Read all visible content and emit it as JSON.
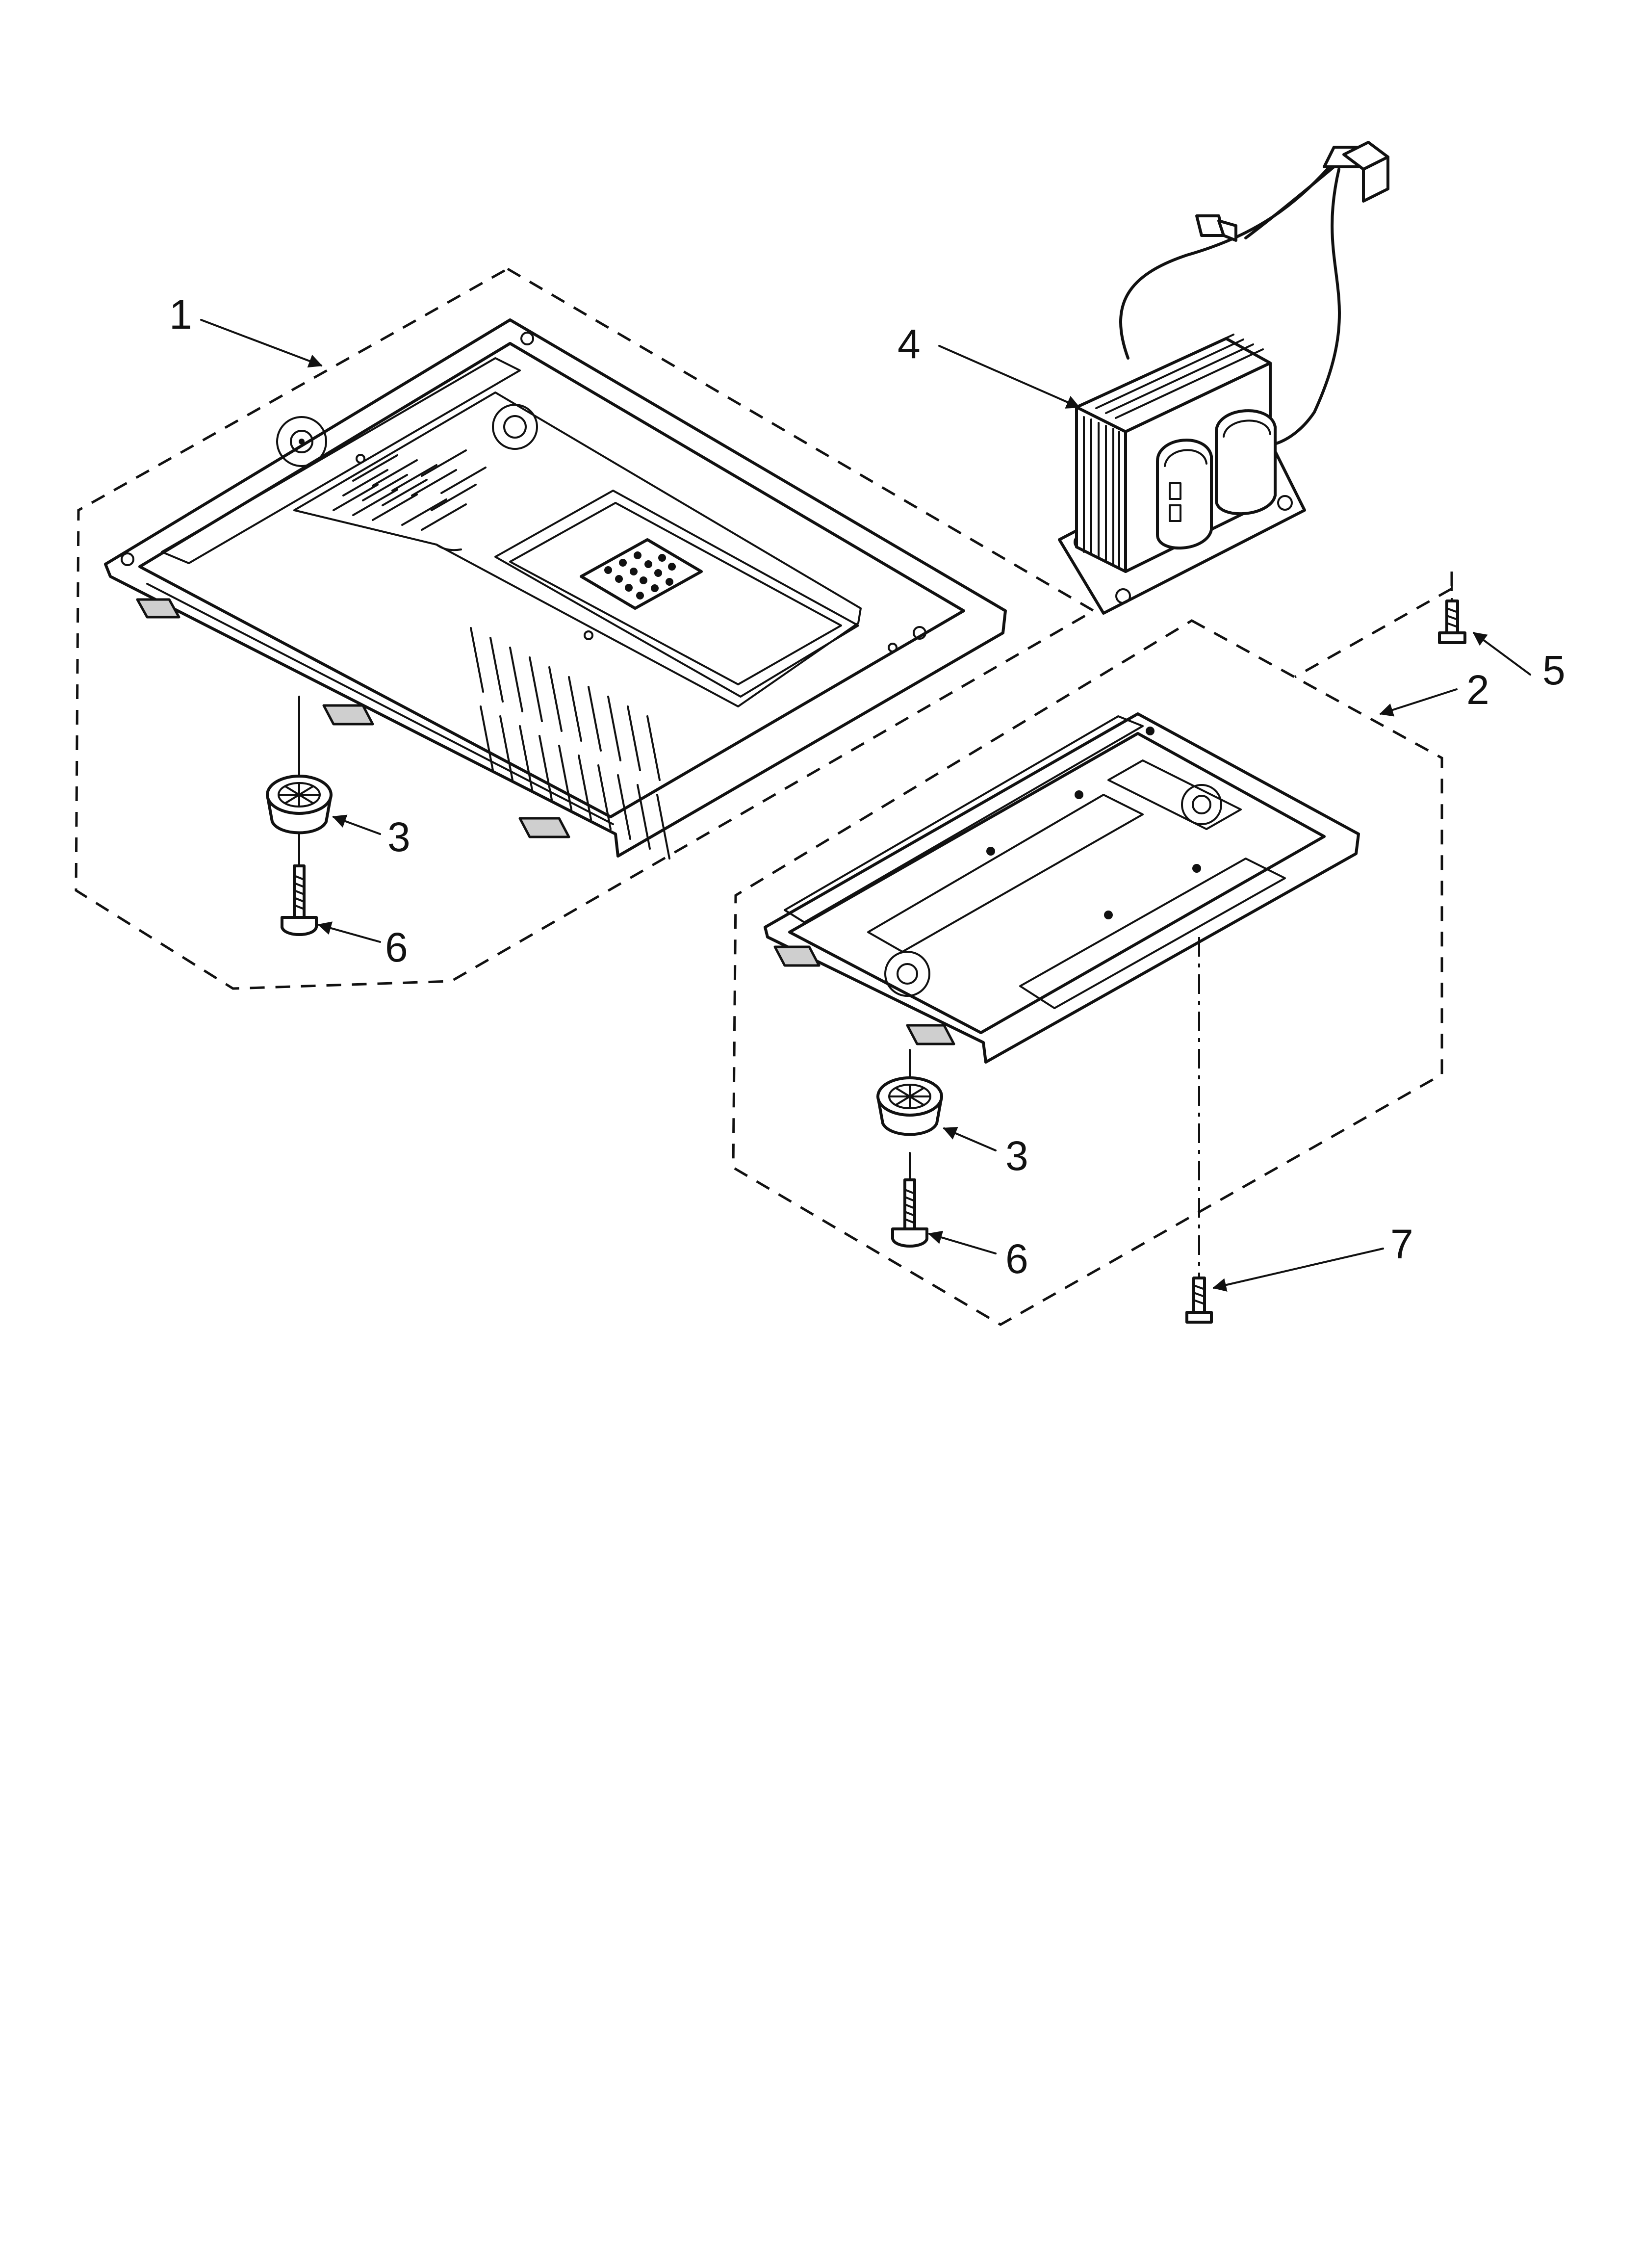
{
  "callouts": [
    {
      "id": "callout-1",
      "label": "1"
    },
    {
      "id": "callout-4",
      "label": "4"
    },
    {
      "id": "callout-5",
      "label": "5"
    },
    {
      "id": "callout-2",
      "label": "2"
    },
    {
      "id": "callout-3a",
      "label": "3"
    },
    {
      "id": "callout-6a",
      "label": "6"
    },
    {
      "id": "callout-3b",
      "label": "3"
    },
    {
      "id": "callout-6b",
      "label": "6"
    },
    {
      "id": "callout-7",
      "label": "7"
    }
  ],
  "colors": {
    "line": "#111111",
    "background": "#ffffff",
    "tab": "#cfcfcf"
  }
}
